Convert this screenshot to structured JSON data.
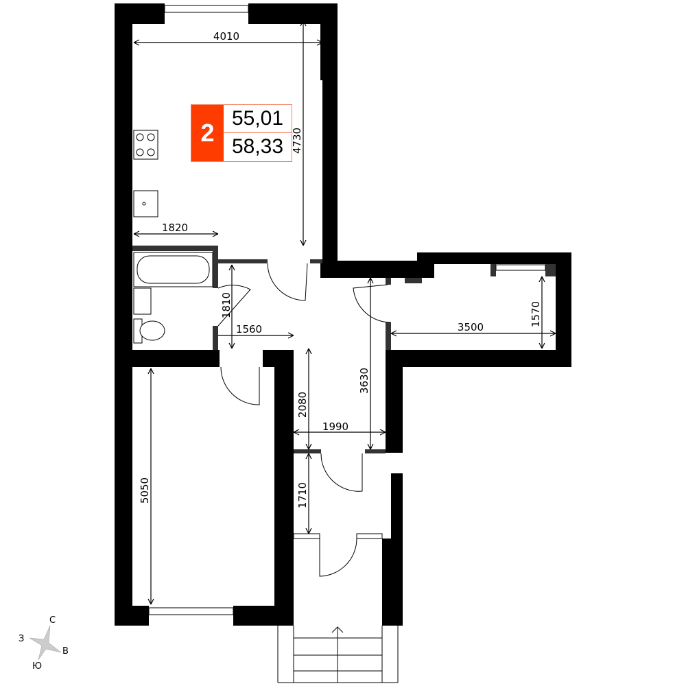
{
  "apartment": {
    "rooms": "2",
    "living_area": "55,01",
    "total_area": "58,33",
    "accent": "#ff3c00"
  },
  "dimensions": {
    "top_width": "4010",
    "top_height": "4730",
    "kitchen_width": "1820",
    "bath_height": "1810",
    "bath_width": "1560",
    "balcony_width": "3500",
    "balcony_height": "1570",
    "corridor_height": "3630",
    "corridor_lower": "2080",
    "corridor_width": "1990",
    "bedroom_height": "5050",
    "hall_height": "1710"
  },
  "compass": {
    "north": "С",
    "east": "В",
    "south": "Ю",
    "west": "З"
  }
}
